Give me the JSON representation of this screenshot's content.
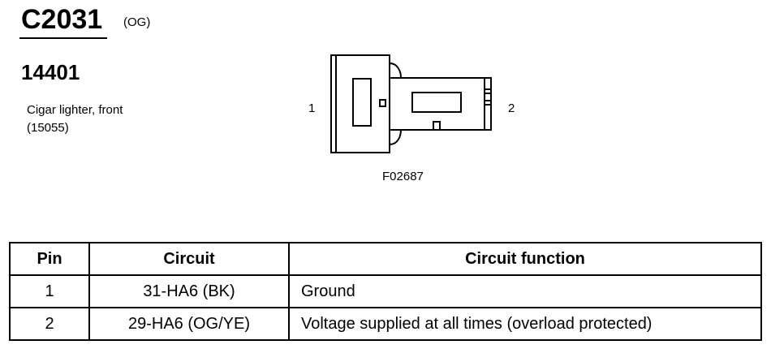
{
  "header": {
    "connector_id": "C2031",
    "connector_color": "(OG)",
    "part_number": "14401",
    "description_line1": "Cigar lighter, front",
    "description_line2": "(15055)"
  },
  "diagram": {
    "pin_left_label": "1",
    "pin_right_label": "2",
    "figure_id": "F02687"
  },
  "table": {
    "headers": [
      "Pin",
      "Circuit",
      "Circuit function"
    ],
    "rows": [
      {
        "pin": "1",
        "circuit": "31-HA6 (BK)",
        "function": "Ground"
      },
      {
        "pin": "2",
        "circuit": "29-HA6 (OG/YE)",
        "function": "Voltage supplied at all times (overload protected)"
      }
    ]
  }
}
